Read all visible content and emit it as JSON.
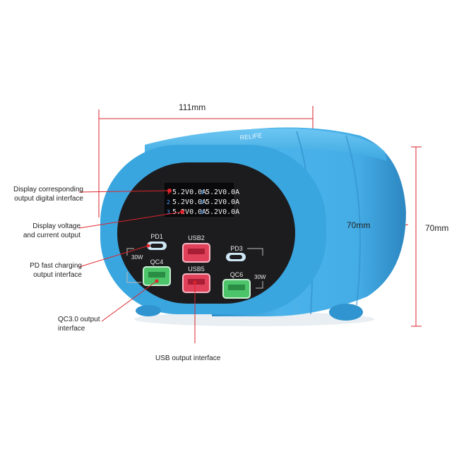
{
  "dimensions": {
    "width_label": "111mm",
    "depth_label": "70mm",
    "height_label": "70mm"
  },
  "callouts": {
    "display_output": "Display corresponding\noutput digital interface",
    "display_voltage": "Display voltage\nand current output",
    "pd_fast": "PD fast charging\noutput interface",
    "qc_output": "QC3.0 output\ninterface",
    "usb_output": "USB output interface"
  },
  "device": {
    "brand": "RELIFE",
    "body_color": "#3aa6e0",
    "panel_color": "#1c1c1e",
    "lcd_rows": [
      {
        "left_index": "1",
        "left_value": "5.2V0.0A",
        "right_index": "4",
        "right_value": "5.2V0.0A"
      },
      {
        "left_index": "2",
        "left_value": "5.2V0.0A",
        "right_index": "5",
        "right_value": "5.2V0.0A"
      },
      {
        "left_index": "3",
        "left_value": "5.2V0.0A",
        "right_index": "6",
        "right_value": "5.2V0.0A"
      }
    ],
    "ports": {
      "pd1": "PD1",
      "usb2": "USB2",
      "pd3": "PD3",
      "qc4": "QC4",
      "usb5": "USB5",
      "qc6": "QC6",
      "watt_left": "30W",
      "watt_right": "30W"
    }
  },
  "colors": {
    "callout_line": "#e0242a",
    "dimension_line": "#d9262c",
    "qc_port": "#4cc46a",
    "usb_port": "#e0405a",
    "pd_port": "#cfe8f5"
  }
}
